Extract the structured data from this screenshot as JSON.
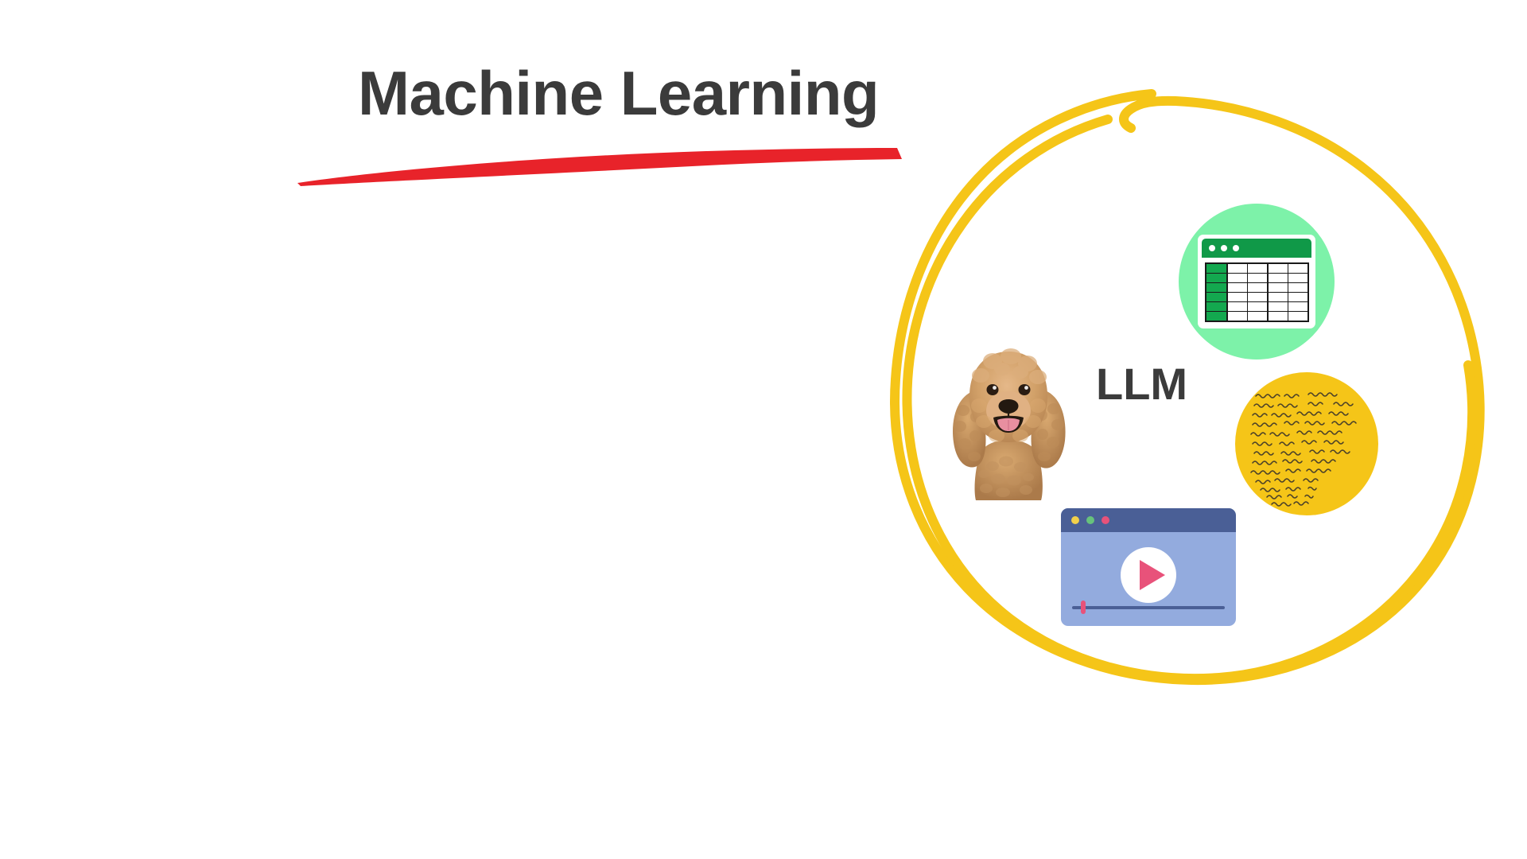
{
  "slide": {
    "background_color": "#ffffff",
    "title": {
      "text": "Machine Learning",
      "color": "#3b3b3b",
      "underline_color": "#e8232a",
      "underline_style": "tapered-brush-stroke"
    },
    "scribble_circle": {
      "color": "#f5c518",
      "style": "hand-drawn double loop ellipse",
      "stroke_width": 11
    },
    "cluster": {
      "label": {
        "text": "LLM",
        "color": "#3b3b3b"
      },
      "spreadsheet_badge": {
        "icon_name": "spreadsheet-icon",
        "circle_color": "#7df2a9",
        "window_bar_color": "#109948",
        "header_column_color": "#13a84f",
        "dot_count": 3,
        "rows": 6,
        "columns": 5
      },
      "note_badge": {
        "icon_name": "handwritten-note-icon",
        "circle_color": "#f5c518",
        "ink_color": "#4a4029",
        "line_count": 14,
        "description": "illegible cursive handwriting"
      },
      "dog_photo": {
        "icon_name": "poodle-dog-photo",
        "alt": "smiling apricot toy poodle",
        "fur_color": "#cf9a62",
        "tongue_color": "#e88fa0"
      },
      "video_card": {
        "icon_name": "video-player-icon",
        "title_bar_color": "#4a5f96",
        "body_color": "#93abde",
        "play_button_color": "#e8527a",
        "play_circle_color": "#ffffff",
        "dots": [
          "#f2d04a",
          "#67c27c",
          "#e8527a"
        ],
        "seek_track_color": "#4a5f96",
        "seek_knob_color": "#e8527a"
      }
    }
  }
}
